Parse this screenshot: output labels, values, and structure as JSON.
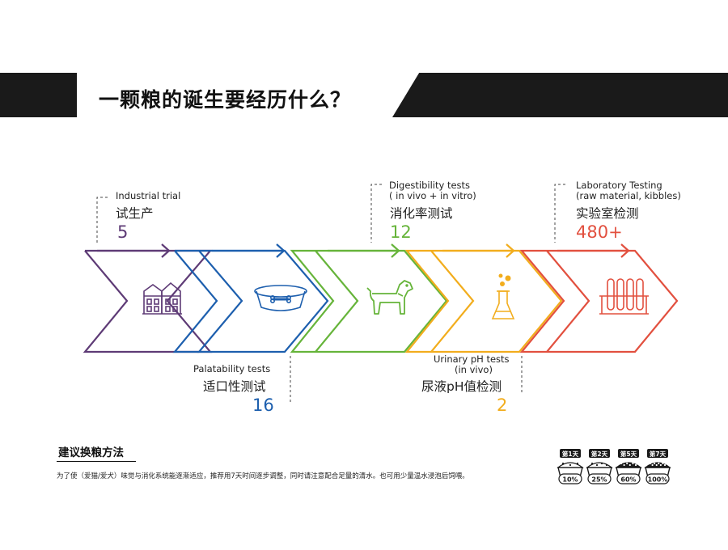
{
  "title": "一颗粮的诞生要经历什么？",
  "colors": {
    "purple": "#5e3b76",
    "blue": "#1d5fae",
    "green": "#66b43a",
    "yellow": "#f2ad1d",
    "red": "#e2503f",
    "dark": "#1a1a1a"
  },
  "steps": [
    {
      "en": "Industrial trial",
      "cn": "试生产",
      "value": "5",
      "icon": "factory-building-icon"
    },
    {
      "en": "Palatability tests",
      "cn": "适口性测试",
      "value": "16",
      "icon": "pet-bowl-icon"
    },
    {
      "en_line1": "Digestibility tests",
      "en_line2": "( in vivo + in vitro)",
      "cn": "消化率测试",
      "value": "12",
      "icon": "dog-icon"
    },
    {
      "en_line1": "Urinary pH tests",
      "en_line2": "(in vivo)",
      "cn": "尿液pH值检测",
      "value": "2",
      "icon": "flask-icon"
    },
    {
      "en_line1": "Laboratory Testing",
      "en_line2": "(raw material, kibbles)",
      "cn": "实验室检测",
      "value": "480+",
      "icon": "test-tubes-icon"
    }
  ],
  "tip": {
    "title": "建议换粮方法",
    "text": "为了使（爱猫/爱犬）味觉与消化系统能逐渐适应，推荐用7天时间逐步调整，同时请注意配合足量的清水。也可用少量温水浸泡后饲喂。"
  },
  "days": [
    {
      "day": "第1天",
      "percent": "10%",
      "fill": 0.1
    },
    {
      "day": "第2天",
      "percent": "25%",
      "fill": 0.25
    },
    {
      "day": "第5天",
      "percent": "60%",
      "fill": 0.6
    },
    {
      "day": "第7天",
      "percent": "100%",
      "fill": 1.0
    }
  ]
}
